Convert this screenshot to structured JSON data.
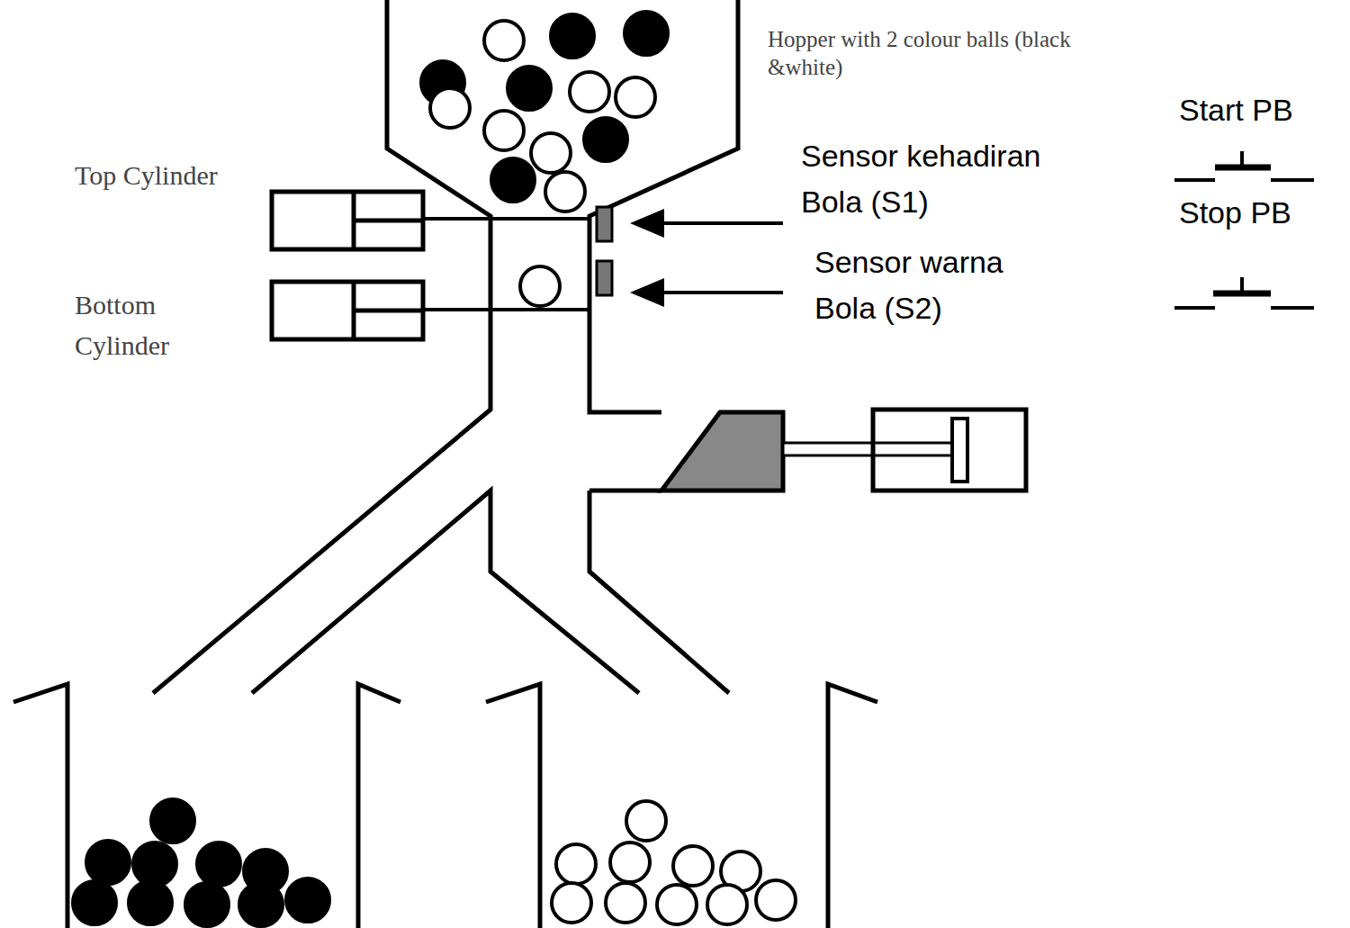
{
  "diagram": {
    "labels": [
      "Hopper with 2 colour balls (black &white)",
      "Top Cylinder",
      "Bottom Cylinder",
      "Sensor kehadiran Bola (S1)",
      "Sensor warna Bola (S2)",
      "Start PB",
      "Stop PB"
    ]
  }
}
